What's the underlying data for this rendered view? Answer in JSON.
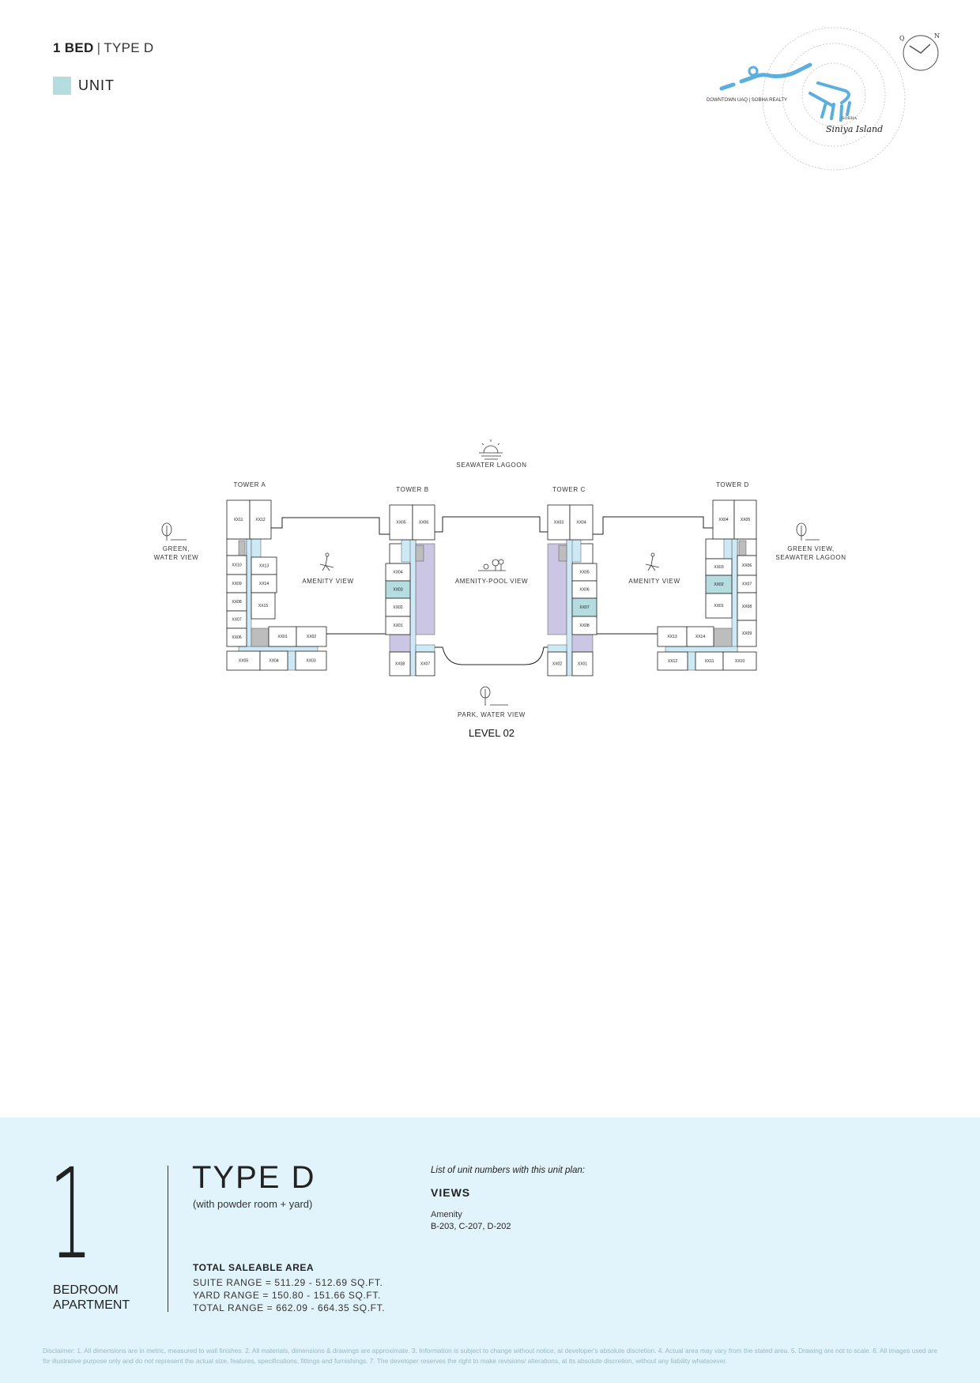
{
  "header": {
    "bed": "1 BED",
    "separator": "|",
    "type": "TYPE D"
  },
  "legend": {
    "label": "UNIT",
    "color": "#b5dde0"
  },
  "logo": {
    "caption": "DOWNTOWN UAQ | SOBHA REALTY",
    "brand_small": "SOBHA",
    "brand_script": "Siniya Island",
    "compass_q": "Q",
    "compass_n": "N"
  },
  "plan": {
    "views": {
      "top": "SEAWATER LAGOON",
      "left_1": "GREEN,",
      "left_2": "WATER VIEW",
      "right_1": "GREEN VIEW,",
      "right_2": "SEAWATER LAGOON",
      "bottom": "PARK, WATER VIEW",
      "amenity_left": "AMENITY VIEW",
      "amenity_pool": "AMENITY-POOL VIEW",
      "amenity_right": "AMENITY VIEW"
    },
    "level": "LEVEL 02",
    "towers": [
      {
        "name": "TOWER A",
        "units": [
          "XX11",
          "XX12",
          "XX10",
          "XX09",
          "XX08",
          "XX07",
          "XX06",
          "XX13",
          "XX14",
          "XX15",
          "XX01",
          "XX02",
          "XX05",
          "XX04",
          "XX03"
        ],
        "highlighted": []
      },
      {
        "name": "TOWER B",
        "units": [
          "XX05",
          "XX06",
          "XX04",
          "XX03",
          "XX02",
          "XX01",
          "XX08",
          "XX07"
        ],
        "highlighted": [
          "XX03"
        ]
      },
      {
        "name": "TOWER C",
        "units": [
          "XX03",
          "XX04",
          "XX05",
          "XX06",
          "XX07",
          "XX08",
          "XX02",
          "XX01"
        ],
        "highlighted": [
          "XX07"
        ]
      },
      {
        "name": "TOWER D",
        "units": [
          "XX04",
          "XX05",
          "XX03",
          "XX02",
          "XX01",
          "XX06",
          "XX07",
          "XX08",
          "XX09",
          "XX13",
          "XX14",
          "XX12",
          "XX11",
          "XX10"
        ],
        "highlighted": [
          "XX02"
        ]
      }
    ],
    "colors": {
      "unit": "#b5dde0",
      "corridor": "#cde9f6",
      "retail": "#cbc6e3",
      "core": "#bdbdbd"
    }
  },
  "panel": {
    "bedrooms": "1",
    "bed_line1": "BEDROOM",
    "bed_line2": "APARTMENT",
    "type_title": "TYPE D",
    "type_sub": "(with powder room + yard)",
    "area_title": "TOTAL SALEABLE AREA",
    "suite_range": "SUITE RANGE = 511.29 - 512.69 SQ.FT.",
    "yard_range": "YARD RANGE = 150.80 - 151.66 SQ.FT.",
    "total_range": "TOTAL RANGE = 662.09 - 664.35 SQ.FT.",
    "list_title": "List of unit numbers with this unit plan:",
    "views_title": "VIEWS",
    "view_name": "Amenity",
    "view_units": "B-203, C-207, D-202"
  },
  "disclaimer": "Disclaimer: 1. All dimensions are in metric, measured to wall finishes. 2. All materials, dimensions & drawings are approximate. 3. Information is subject to change without notice, at developer's absolute discretion. 4. Actual area may vary from the stated area. 5. Drawing are not to scale. 6. All images used are for illustrative purpose only and do not represent the actual size, features, specifications, fittings and furnishings. 7. The developer reserves the right to make revisions/ alterations, at its absolute discretion, without any liability whatsoever."
}
